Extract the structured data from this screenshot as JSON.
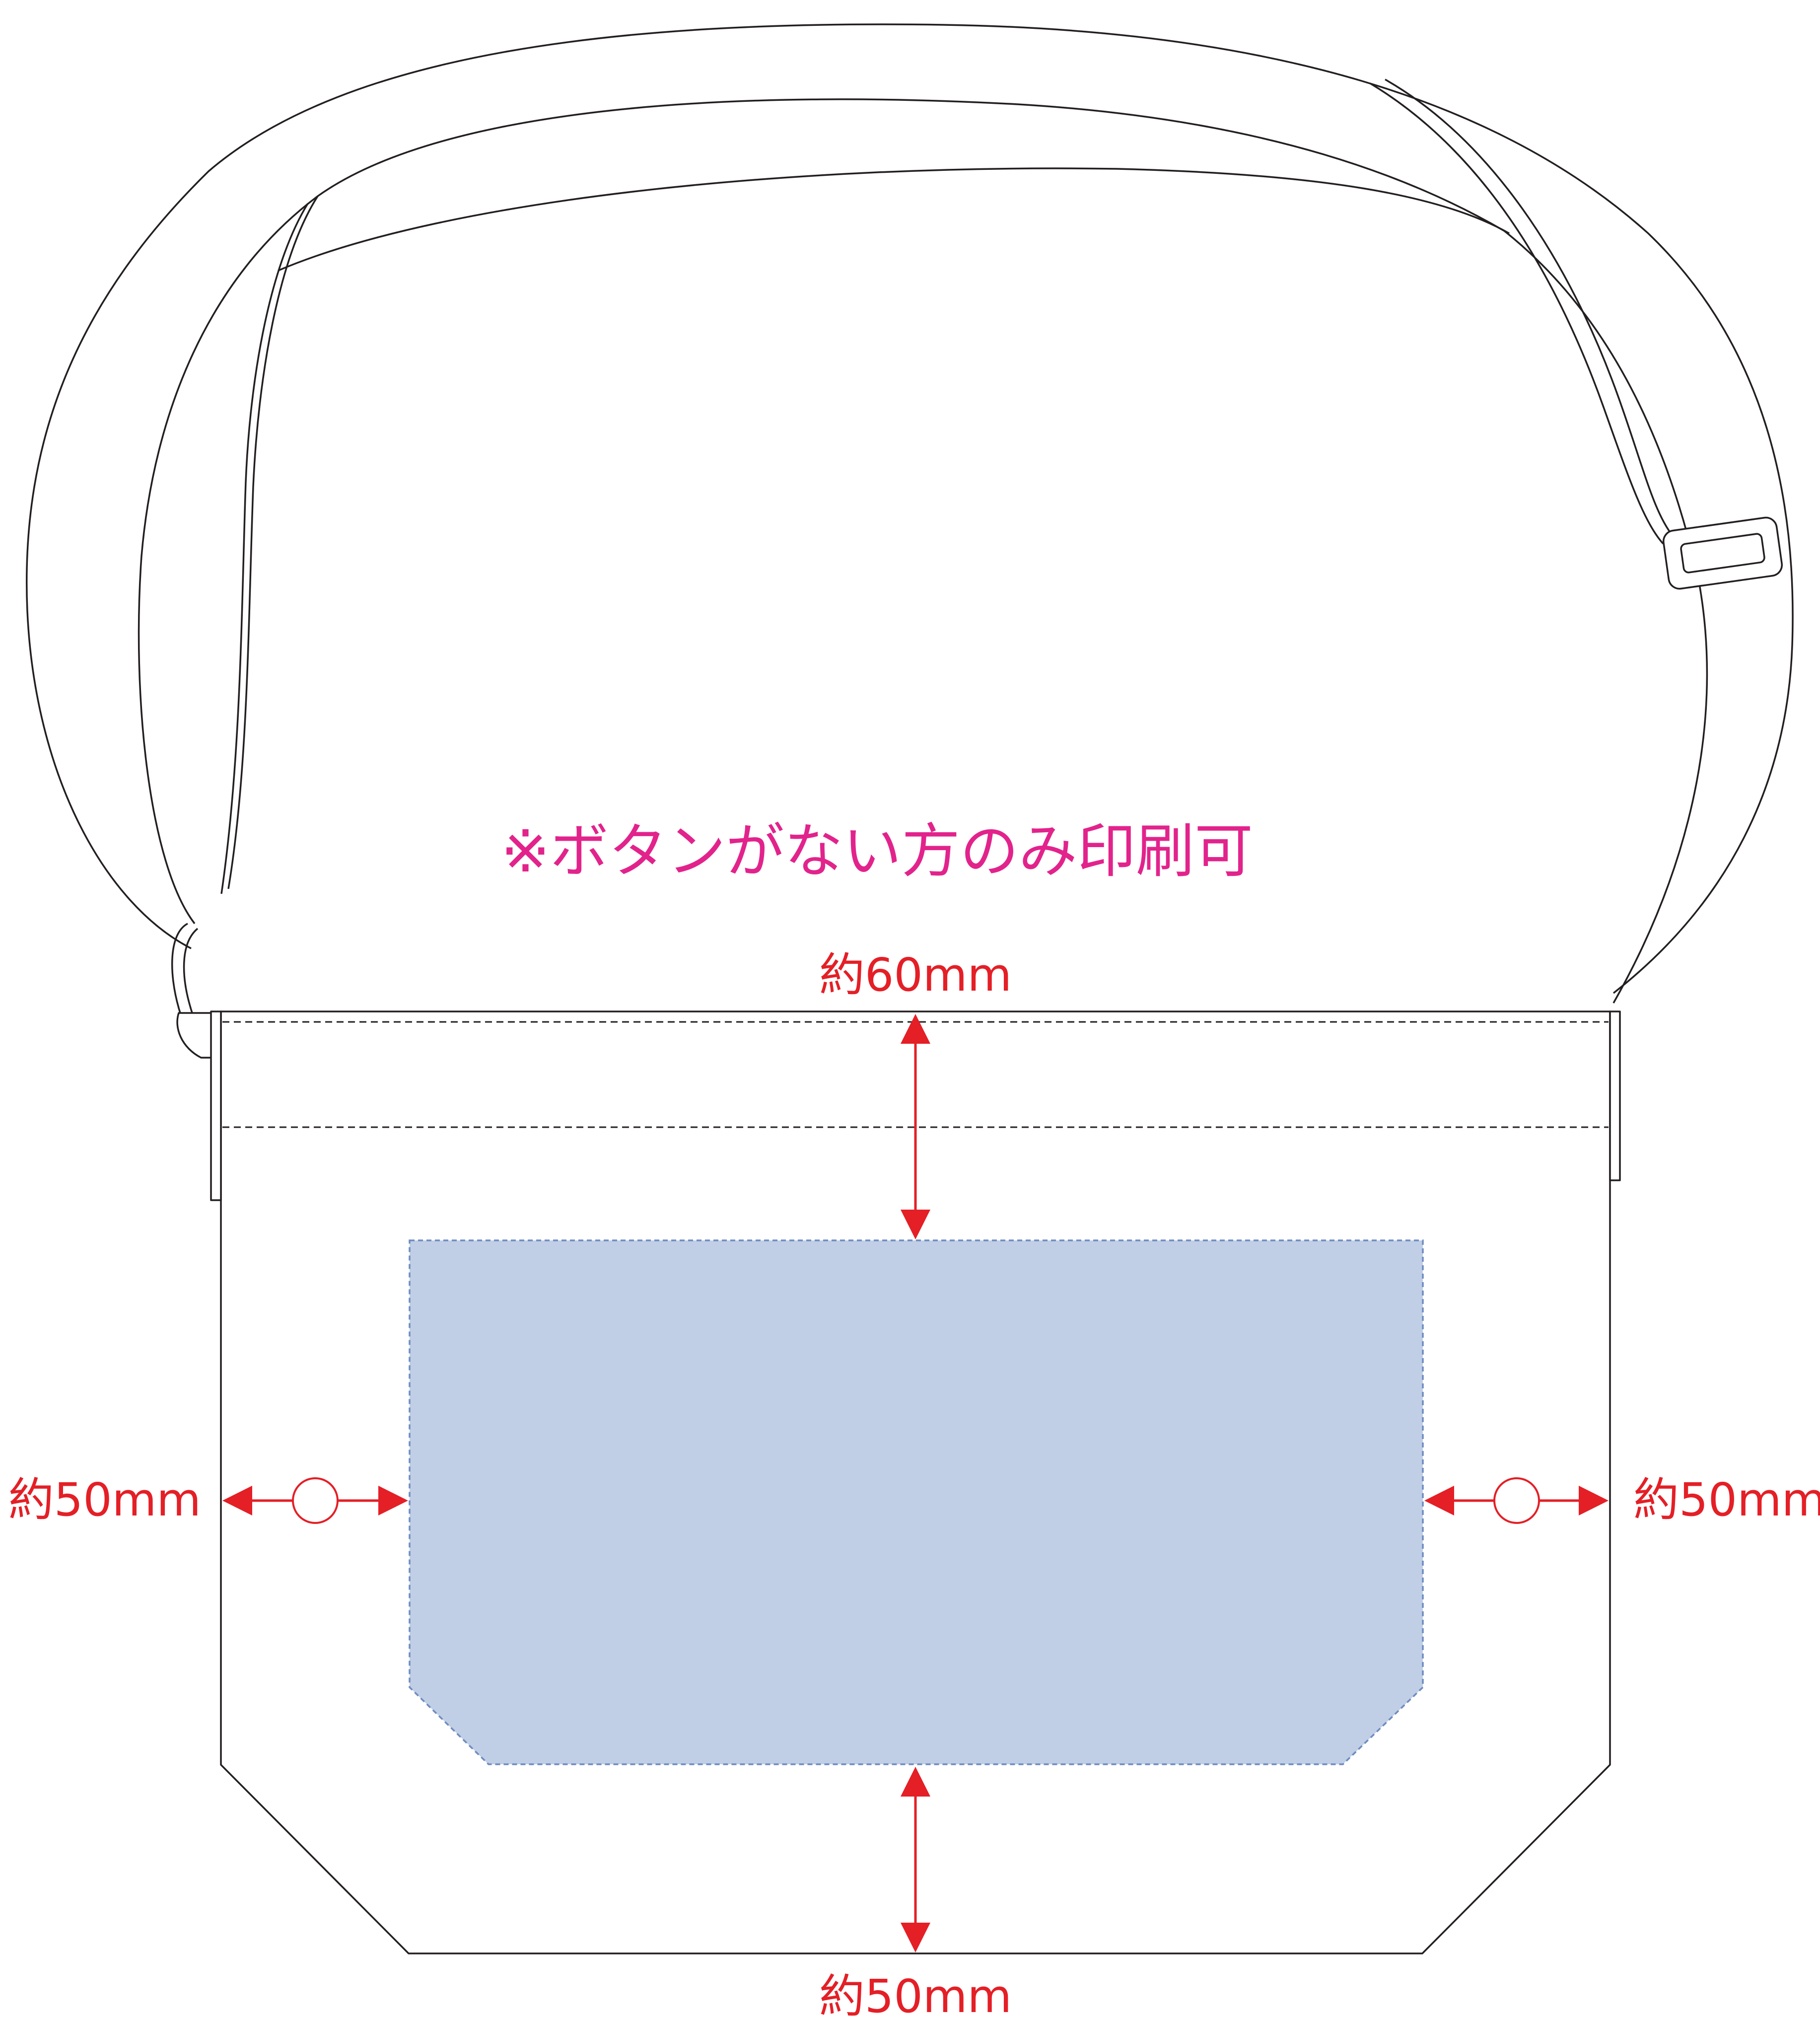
{
  "note": "※ボタンがない方のみ印刷可",
  "dimensions": {
    "top": "約60mm",
    "left": "約50mm",
    "right": "約50mm",
    "bottom": "約50mm"
  },
  "colors": {
    "print_area_fill": "#c0cfe6",
    "print_area_border": "#6f8cc1",
    "dimension_red": "#e41f26",
    "note_magenta": "#e2238c",
    "outline": "#231f20"
  }
}
